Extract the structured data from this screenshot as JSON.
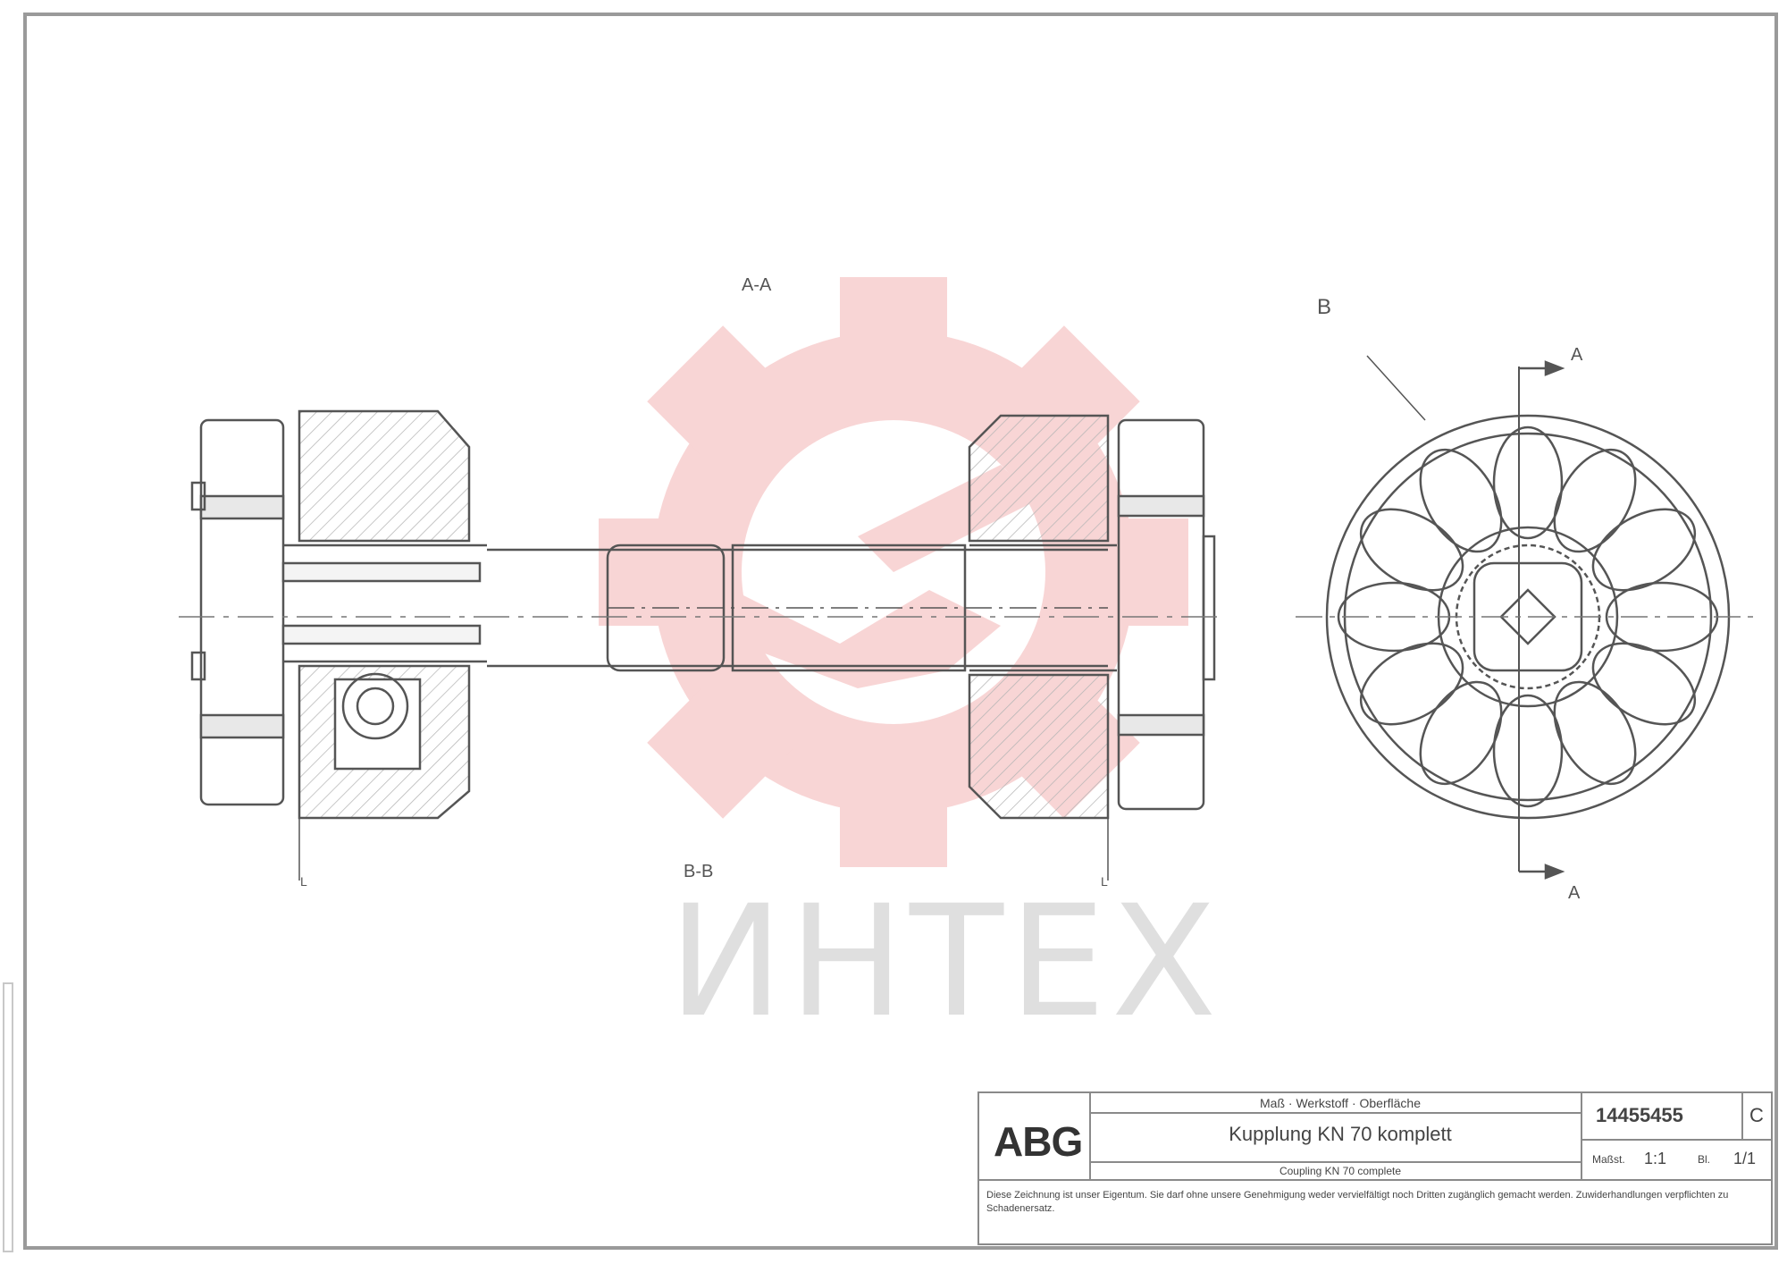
{
  "drawing": {
    "section_label_top": "A-A",
    "section_label_bottom": "B-B",
    "detail_label": "B",
    "section_marker_top": "A",
    "section_marker_bottom": "A",
    "left_dim_label": "L",
    "right_dim_label": "L"
  },
  "title_block": {
    "logo": "ABG",
    "header": "Maß · Werkstoff · Oberfläche",
    "title": "Kupplung KN 70 komplett",
    "subtitle": "Coupling KN 70 complete",
    "drawing_number": "14455455",
    "revision": "C",
    "sheet_label_left": "Maßst.",
    "sheet_value_left": "1:1",
    "sheet_label_right": "Bl.",
    "sheet_value_right": "1/1",
    "notes": "Diese Zeichnung ist unser Eigentum. Sie darf ohne unsere Genehmigung weder vervielfältigt noch Dritten zugänglich gemacht werden. Zuwiderhandlungen verpflichten zu Schadenersatz."
  },
  "watermark": {
    "text": "ИНТЕХ",
    "gear_color": "#f4b3b3",
    "text_color": "#cfcfcf"
  },
  "colors": {
    "line": "#555555",
    "frame": "#9a9a9a",
    "hatch": "#b5b5b5"
  }
}
